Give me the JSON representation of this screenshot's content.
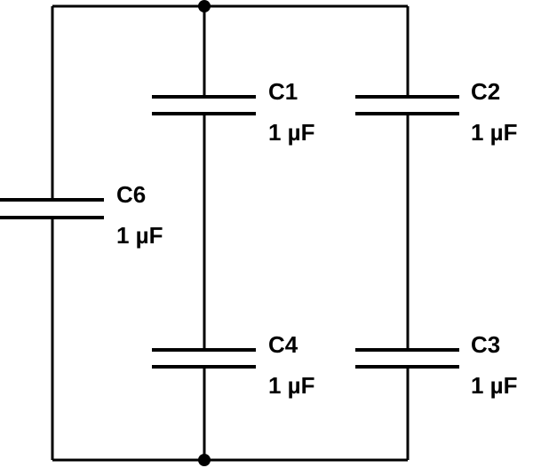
{
  "components": {
    "c1": {
      "name": "C1",
      "value": "1 µF"
    },
    "c2": {
      "name": "C2",
      "value": "1 µF"
    },
    "c3": {
      "name": "C3",
      "value": "1 µF"
    },
    "c4": {
      "name": "C4",
      "value": "1 µF"
    },
    "c6": {
      "name": "C6",
      "value": "1 µF"
    }
  },
  "colors": {
    "ink": "#000000",
    "background": "#ffffff"
  }
}
